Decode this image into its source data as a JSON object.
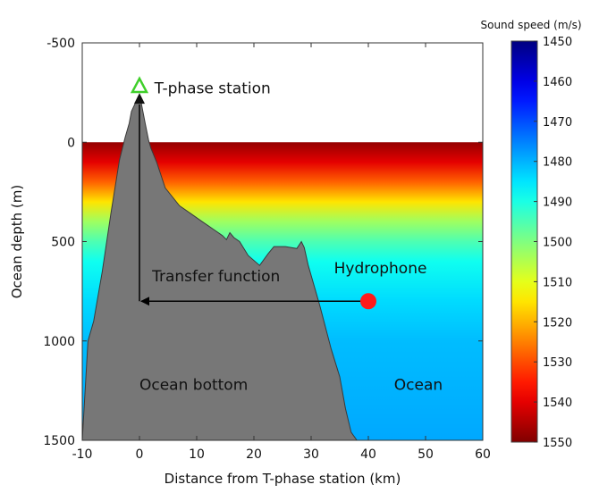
{
  "figure": {
    "annotations": {
      "station_label": "T-phase station",
      "hydrophone_label": "Hydrophone",
      "transfer_label": "Transfer function",
      "ocean_bottom_label": "Ocean bottom",
      "ocean_label": "Ocean"
    },
    "axes": {
      "xlabel": "Distance from T-phase station (km)",
      "ylabel": "Ocean depth (m)",
      "xlim": [
        -10,
        60
      ],
      "ylim": [
        -500,
        1500
      ],
      "y_inverted": true,
      "xticks": [
        -10,
        0,
        10,
        20,
        30,
        40,
        50,
        60
      ],
      "yticks": [
        -500,
        0,
        500,
        1000,
        1500
      ]
    },
    "colorbar": {
      "title": "Sound speed (m/s)",
      "min": 1450,
      "max": 1550,
      "ticks": [
        1450,
        1460,
        1470,
        1480,
        1490,
        1500,
        1510,
        1520,
        1530,
        1540,
        1550
      ],
      "colormap": "jet"
    },
    "sound_speed_profile": {
      "depth_m": [
        0,
        100,
        200,
        300,
        400,
        500,
        600,
        800,
        1000,
        1500
      ],
      "speed_ms": [
        1548,
        1540,
        1528,
        1515,
        1503,
        1495,
        1489,
        1484,
        1481,
        1479
      ]
    },
    "seafloor_profile": {
      "distance_km": [
        -10,
        -9,
        -8,
        -6.5,
        -5,
        -3.5,
        -2.5,
        -1.8,
        -1.4,
        -0.6,
        -0.2,
        0.3,
        1.0,
        1.6,
        2.0,
        3.0,
        4.5,
        7,
        9,
        11,
        13,
        14.5,
        15.2,
        15.8,
        16.5,
        17.5,
        19,
        21,
        22.5,
        23.5,
        25.5,
        27.5,
        28.3,
        28.8,
        29.5,
        31.5,
        33.5,
        35,
        36,
        37,
        38
      ],
      "depth_m": [
        1500,
        1000,
        900,
        650,
        360,
        90,
        -25,
        -95,
        -155,
        -205,
        -230,
        -200,
        -95,
        -10,
        30,
        100,
        230,
        320,
        360,
        400,
        440,
        470,
        490,
        455,
        480,
        500,
        570,
        620,
        560,
        525,
        525,
        535,
        500,
        530,
        620,
        820,
        1040,
        1180,
        1340,
        1460,
        1500
      ]
    },
    "station": {
      "distance_km": 0,
      "depth_m": -280,
      "marker_color": "#3fcf2a"
    },
    "hydrophone": {
      "distance_km": 40,
      "depth_m": 800,
      "marker_color": "#ff1a1a"
    },
    "transfer_arrow": {
      "from": {
        "distance_km": 40,
        "depth_m": 800
      },
      "to": {
        "distance_km": 0,
        "depth_m": 800
      },
      "vertical_line": {
        "distance_km": 0,
        "depth_from_m": -190,
        "depth_to_m": 800
      }
    },
    "colors": {
      "seafloor": "#777777",
      "seafloor_edge": "#3a3a3a",
      "arrow": "#000000"
    }
  }
}
